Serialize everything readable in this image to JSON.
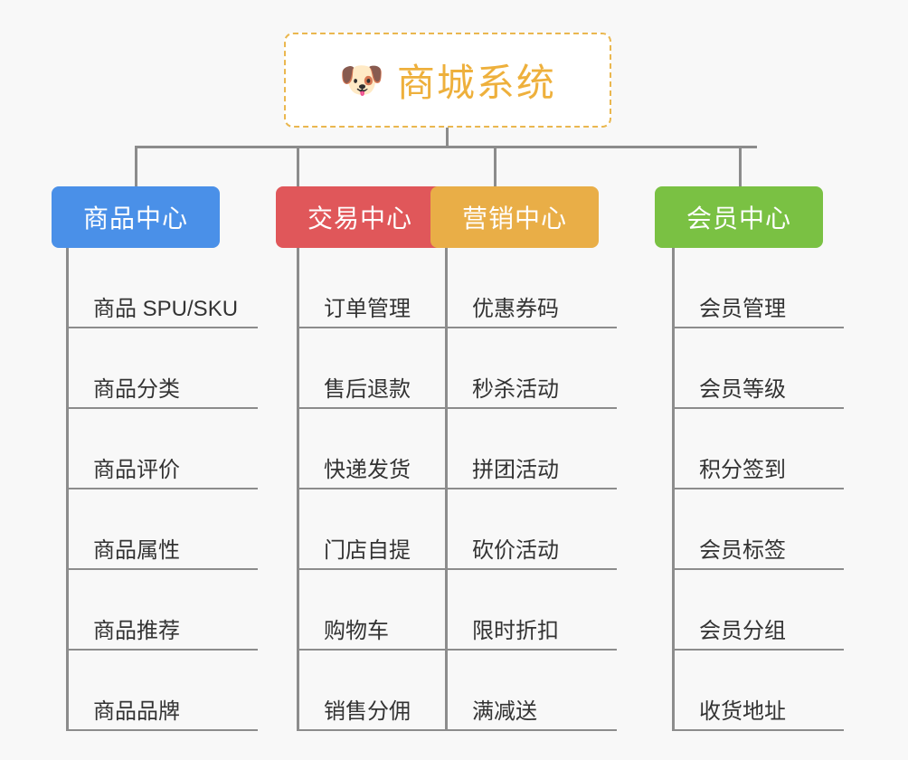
{
  "page": {
    "background_color": "#f8f8f8",
    "line_color": "#8c8c8c"
  },
  "root": {
    "icon": "shiba-dog-face-emoji",
    "emoji": "🐶",
    "title": "商城系统",
    "title_color": "#eeb03c",
    "border_color": "#eab74f"
  },
  "branches": [
    {
      "label": "商品中心",
      "color": "#4a90e8",
      "items": [
        {
          "label": "商品 SPU/SKU"
        },
        {
          "label": "商品分类"
        },
        {
          "label": "商品评价"
        },
        {
          "label": "商品属性"
        },
        {
          "label": "商品推荐"
        },
        {
          "label": "商品品牌"
        }
      ]
    },
    {
      "label": "交易中心",
      "color": "#e0575a",
      "items": [
        {
          "label": "订单管理"
        },
        {
          "label": "售后退款"
        },
        {
          "label": "快递发货"
        },
        {
          "label": "门店自提"
        },
        {
          "label": "购物车"
        },
        {
          "label": "销售分佣"
        }
      ]
    },
    {
      "label": "营销中心",
      "color": "#e9ae47",
      "items": [
        {
          "label": "优惠券码"
        },
        {
          "label": "秒杀活动"
        },
        {
          "label": "拼团活动"
        },
        {
          "label": "砍价活动"
        },
        {
          "label": "限时折扣"
        },
        {
          "label": "满减送"
        }
      ]
    },
    {
      "label": "会员中心",
      "color": "#7ac143",
      "items": [
        {
          "label": "会员管理"
        },
        {
          "label": "会员等级"
        },
        {
          "label": "积分签到"
        },
        {
          "label": "会员标签"
        },
        {
          "label": "会员分组"
        },
        {
          "label": "收货地址"
        }
      ]
    }
  ]
}
